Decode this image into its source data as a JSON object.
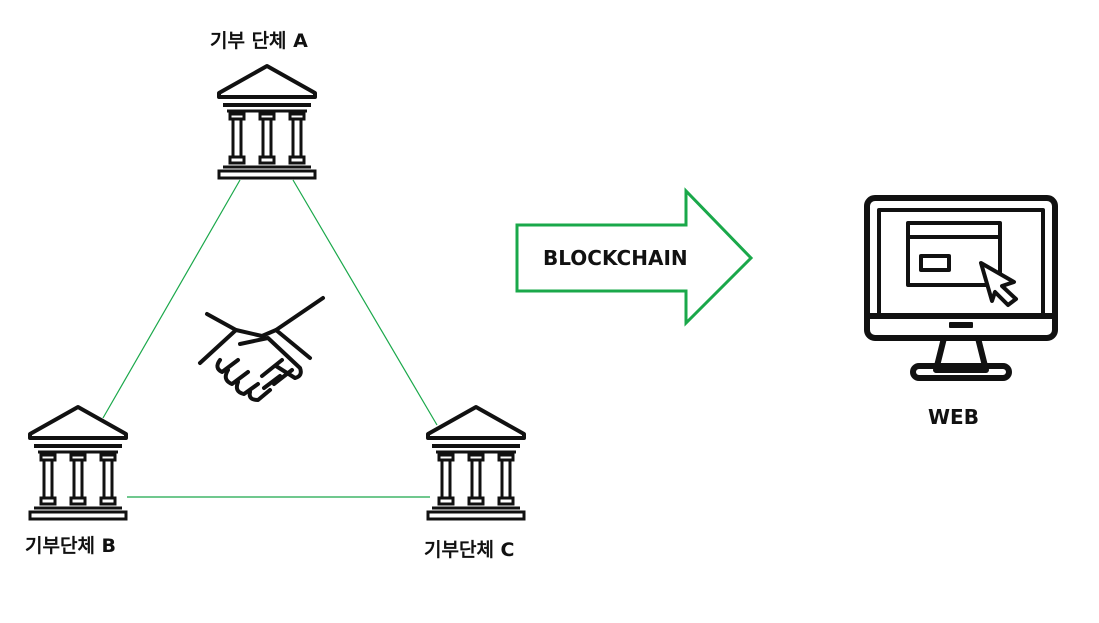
{
  "nodes": {
    "a": {
      "label": "기부 단체 A"
    },
    "b": {
      "label": "기부단체 B"
    },
    "c": {
      "label": "기부단체 C"
    }
  },
  "arrow": {
    "label": "BLOCKCHAIN",
    "color": "#1aa84a"
  },
  "web": {
    "label": "WEB"
  },
  "colors": {
    "edge": "#1aa84a",
    "icon": "#111111"
  },
  "icons": [
    "bank-icon",
    "handshake-icon",
    "monitor-icon",
    "cursor-icon"
  ]
}
